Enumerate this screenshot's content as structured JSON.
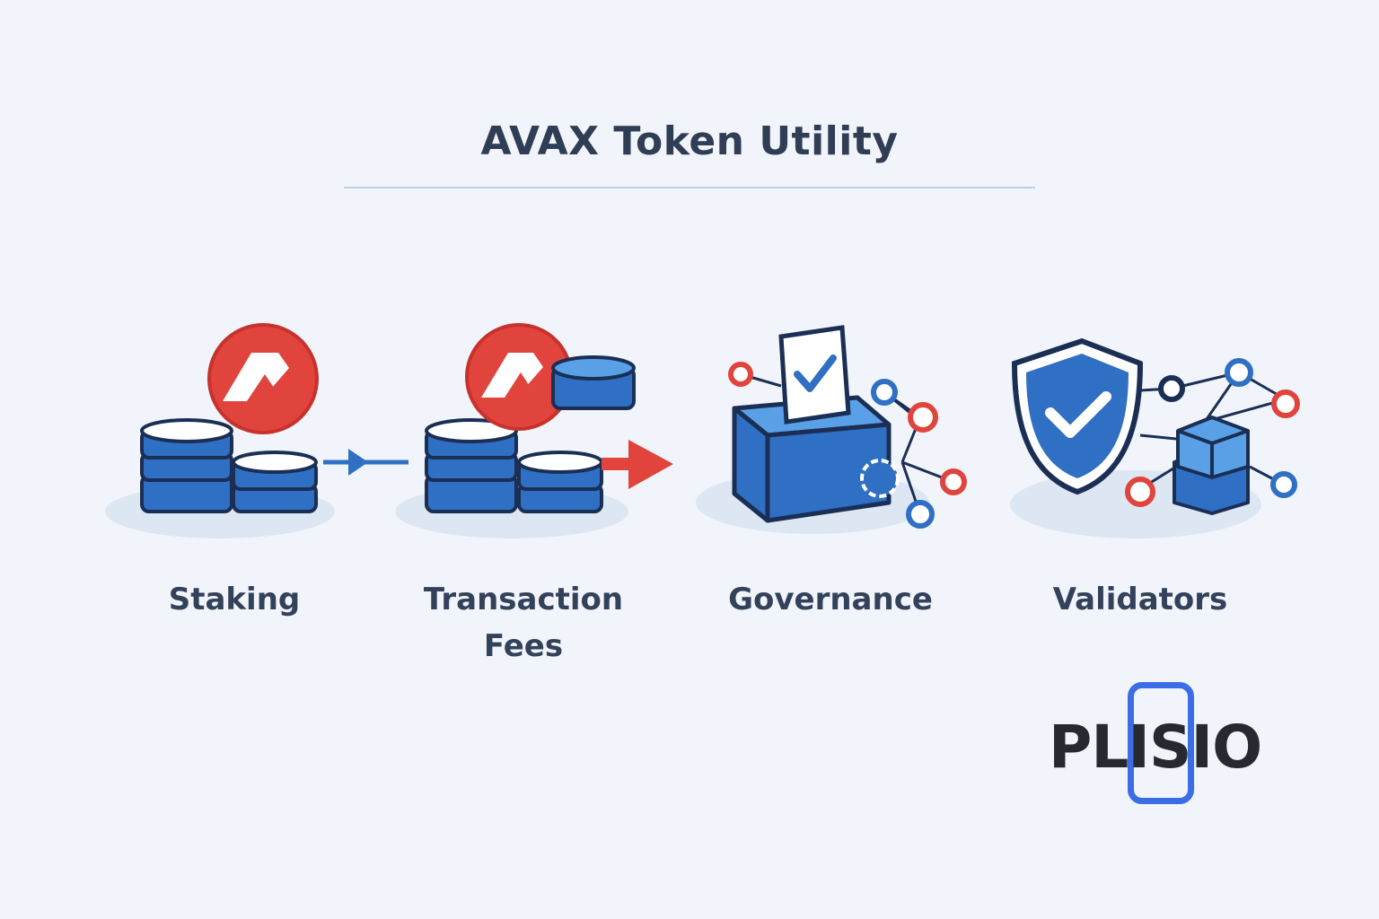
{
  "title": "AVAX Token Utility",
  "items": [
    {
      "label_lines": [
        "Staking"
      ]
    },
    {
      "label_lines": [
        "Transaction",
        "Fees"
      ]
    },
    {
      "label_lines": [
        "Governance"
      ]
    },
    {
      "label_lines": [
        "Validators"
      ]
    }
  ],
  "icons": {
    "staking": "coin-stack-icon",
    "fees": "coin-transfer-icon",
    "governance": "ballot-box-icon",
    "validators": "shield-check-icon"
  },
  "logo": {
    "text": "PLISIO"
  },
  "colors": {
    "background": "#f1f5fb",
    "blue": "#2f6fc4",
    "light_blue": "#5aa0e6",
    "red": "#e0443c",
    "outline": "#1b2f55",
    "text": "#2f3d55",
    "logo_accent": "#3b6ee6"
  }
}
